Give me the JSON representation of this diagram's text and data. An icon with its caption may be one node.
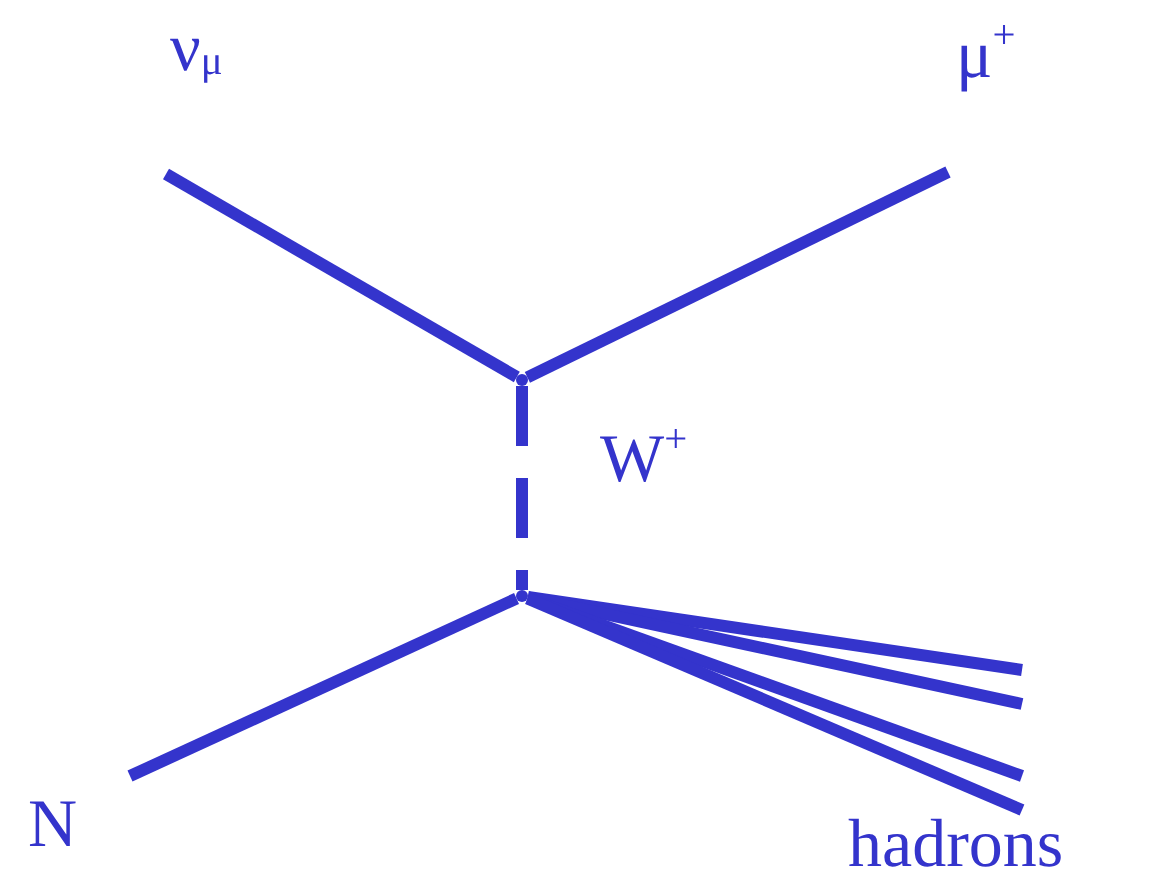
{
  "diagram": {
    "nodes": [
      {
        "text": [],
        "shape": "dot"
      },
      {
        "text": [],
        "shape": "dot"
      },
      {
        "text": [
          "hadrons"
        ]
      }
    ],
    "edges": [
      {
        "from": null,
        "to": 0,
        "arrow": "none"
      },
      {
        "from": 0,
        "to": null,
        "arrow": "none"
      },
      {
        "from": 0,
        "to": 1,
        "arrow": "none",
        "style": "dashed",
        "label": "W$^{+}$"
      },
      {
        "from": null,
        "to": 1,
        "arrow": "none"
      },
      {
        "from": 1,
        "to": 2,
        "arrow": "none"
      },
      {
        "from": 1,
        "to": 2,
        "arrow": "none"
      },
      {
        "from": 1,
        "to": 2,
        "arrow": "none"
      },
      {
        "from": 1,
        "to": 2,
        "arrow": "none"
      }
    ],
    "labels": [
      "ν$_{μ}$",
      "μ$^{+}$",
      "N"
    ]
  }
}
